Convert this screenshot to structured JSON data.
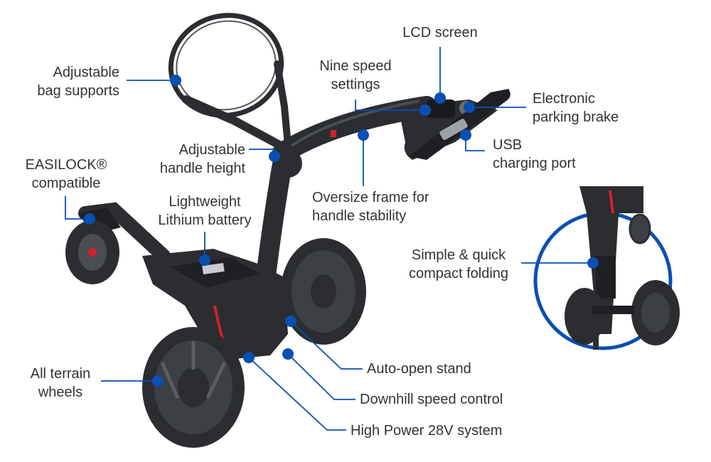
{
  "colors": {
    "accent": "#0a4fb3",
    "label_text": "#333333",
    "trolley_body": "#2b2d31",
    "trolley_highlight": "#d0202e",
    "background": "#ffffff"
  },
  "labels": {
    "bag_supports": [
      "Adjustable",
      "bag supports"
    ],
    "easilock": [
      "EASILOCK®",
      "compatible"
    ],
    "handle_height": [
      "Adjustable",
      "handle height"
    ],
    "battery": [
      "Lightweight",
      "Lithium battery"
    ],
    "nine_speed": [
      "Nine speed",
      "settings"
    ],
    "lcd": [
      "LCD screen"
    ],
    "parking_brake": [
      "Electronic",
      "parking brake"
    ],
    "usb": [
      "USB",
      "charging port"
    ],
    "oversize_frame": [
      "Oversize frame for",
      "handle stability"
    ],
    "folding": [
      "Simple & quick",
      "compact folding"
    ],
    "auto_stand": [
      "Auto-open stand"
    ],
    "downhill": [
      "Downhill speed control"
    ],
    "terrain_wheels": [
      "All terrain",
      "wheels"
    ],
    "power": [
      "High Power 28V system"
    ]
  },
  "icons": [
    "callout-dot-icon",
    "trolley-illustration",
    "folded-trolley-illustration"
  ]
}
